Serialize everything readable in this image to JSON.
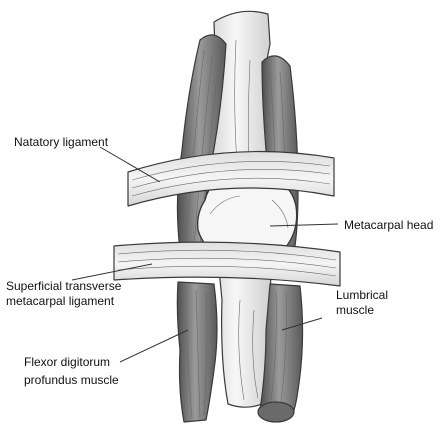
{
  "diagram": {
    "labels": {
      "natatory": "Natatory ligament",
      "metacarpal_head": "Metacarpal head",
      "superficial_line1": "Superficial transverse",
      "superficial_line2": "metacarpal ligament",
      "lumbrical_line1": "Lumbrical",
      "lumbrical_line2": "muscle",
      "flexor_line1": "Flexor digitorum",
      "flexor_line2": "profundus muscle"
    },
    "colors": {
      "ink": "#3a3a3a",
      "muscle": "#8c8c8c",
      "muscle_dark": "#5c5c5c",
      "bone": "#f4f4f4",
      "ligament": "#e9e9e9"
    }
  }
}
